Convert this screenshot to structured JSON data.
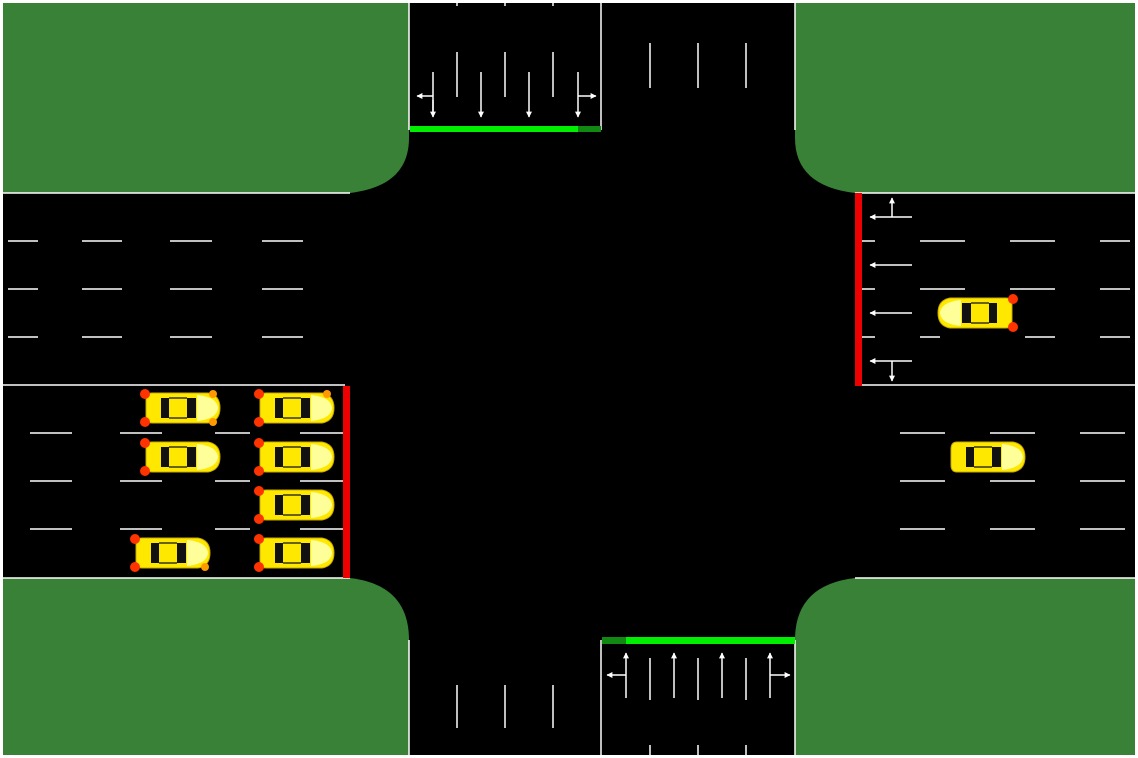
{
  "colors": {
    "background": "#ffffff",
    "road": "#000000",
    "grass": "#388136",
    "lane_marking": "#ffffff",
    "signal_green": "#00ee00",
    "signal_green_dark": "#118811",
    "signal_red": "#ee0000",
    "car_body": "#ffe800",
    "car_highlight": "#ffff99",
    "car_window": "#111111",
    "car_brake_light": "#ff3300"
  },
  "signals": {
    "north_approach": "green",
    "south_approach": "green",
    "west_approach": "red",
    "east_approach": "red"
  },
  "icons": {
    "lane_arrows": [
      "left-turn-arrow-icon",
      "straight-arrow-icon",
      "right-turn-arrow-icon"
    ],
    "vehicle": "car-icon"
  },
  "vehicles": {
    "west_approach_queue": 7,
    "east_approach_queue": 1,
    "east_exit": 1
  }
}
